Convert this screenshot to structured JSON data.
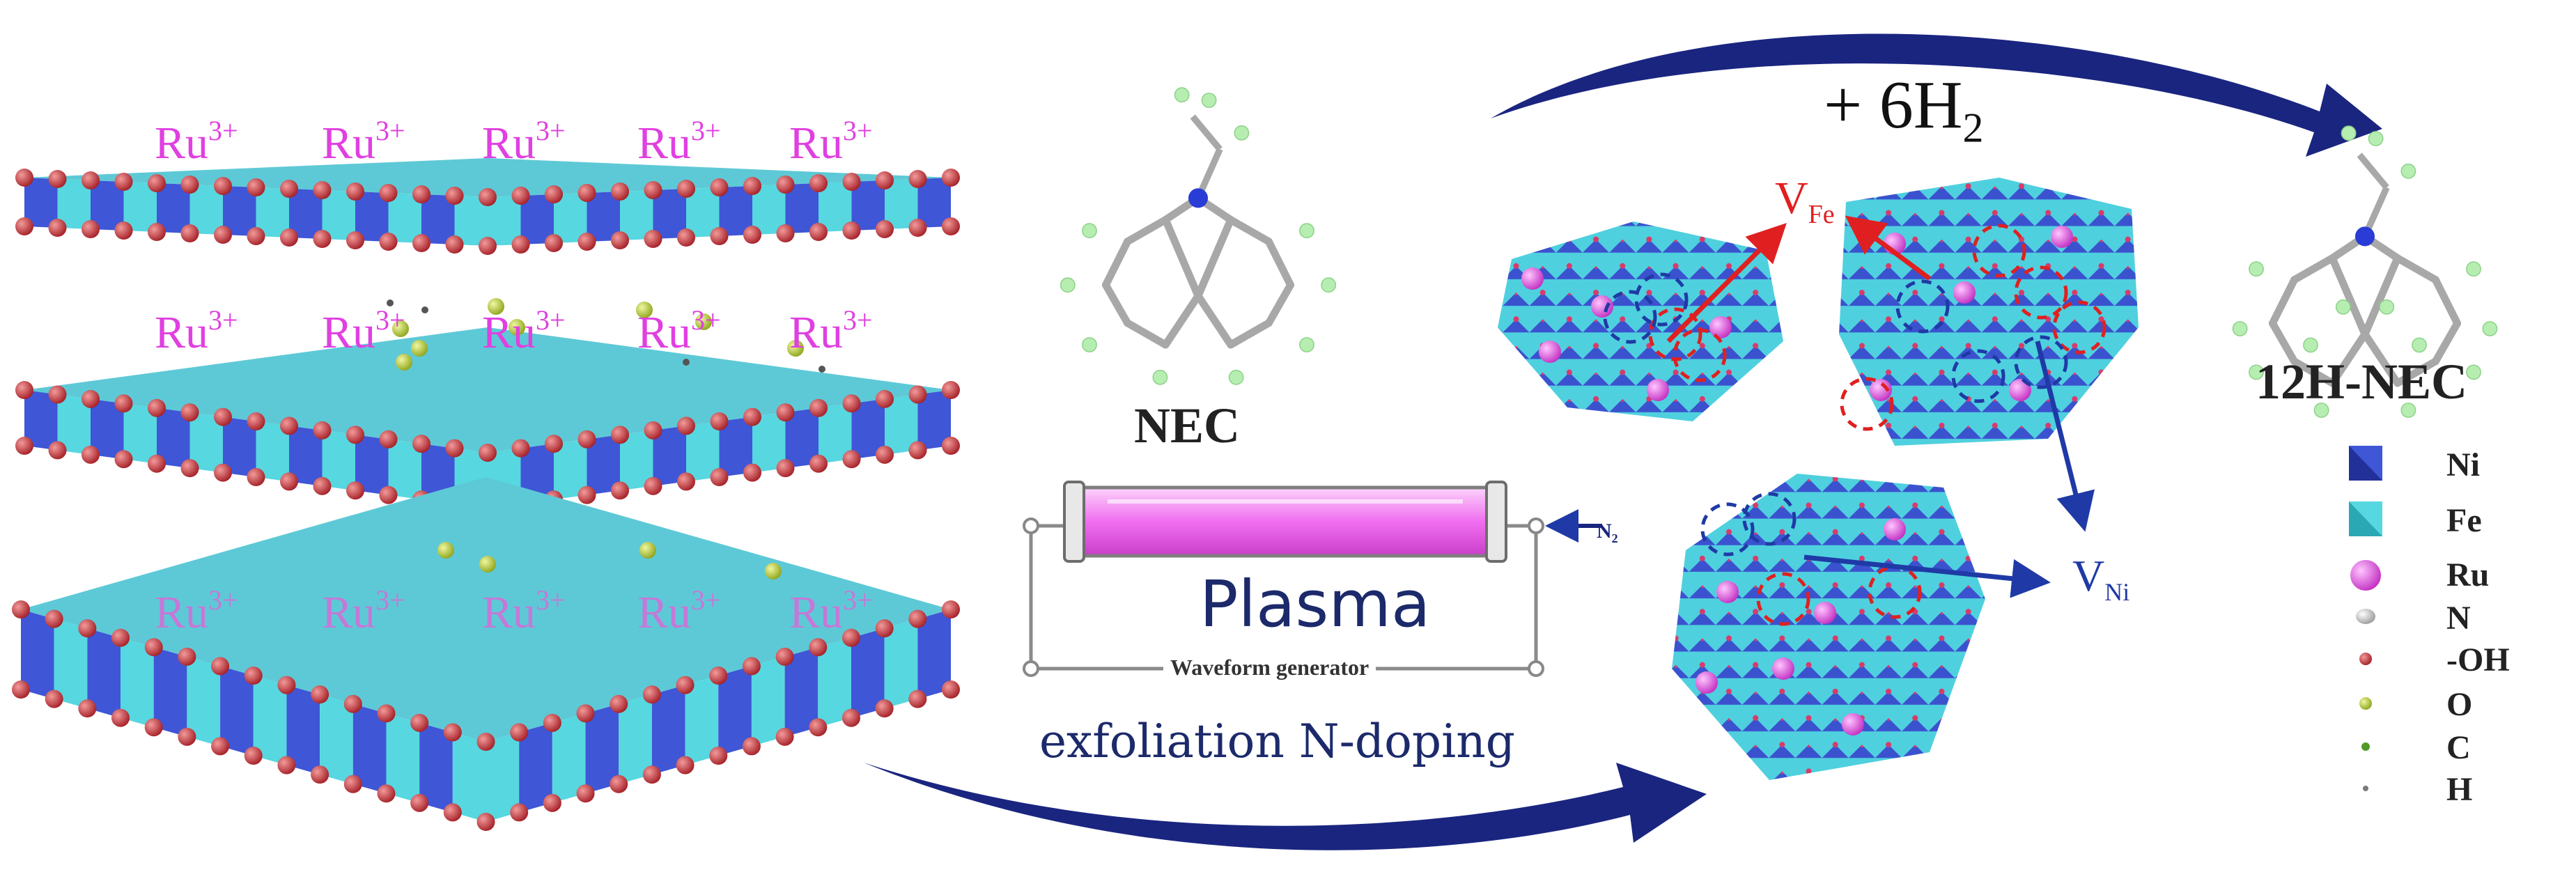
{
  "ru_layer1": [
    {
      "el": "Ru",
      "ch": "3+"
    },
    {
      "el": "Ru",
      "ch": "3+"
    },
    {
      "el": "Ru",
      "ch": "3+"
    },
    {
      "el": "Ru",
      "ch": "3+"
    },
    {
      "el": "Ru",
      "ch": "3+"
    }
  ],
  "ru_layer2": [
    {
      "el": "Ru",
      "ch": "3+"
    },
    {
      "el": "Ru",
      "ch": "3+"
    },
    {
      "el": "Ru",
      "ch": "3+"
    },
    {
      "el": "Ru",
      "ch": "3+"
    },
    {
      "el": "Ru",
      "ch": "3+"
    }
  ],
  "ru_layer3": [
    {
      "el": "Ru",
      "ch": "3+"
    },
    {
      "el": "Ru",
      "ch": "3+"
    },
    {
      "el": "Ru",
      "ch": "3+"
    },
    {
      "el": "Ru",
      "ch": "3+"
    },
    {
      "el": "Ru",
      "ch": "3+"
    }
  ],
  "molecule_left_label": "NEC",
  "molecule_right_label": "12H-NEC",
  "hydrogen_label": "+ 6H",
  "hydrogen_sub": "2",
  "plasma_label": "Plasma",
  "waveform_label": "Waveform generator",
  "gas_inlet": {
    "main": "N",
    "sub": "2"
  },
  "process_label": "exfoliation N-doping",
  "vacancy_fe": {
    "main": "V",
    "sub": "Fe"
  },
  "vacancy_ni": {
    "main": "V",
    "sub": "Ni"
  },
  "legend": [
    {
      "label": "Ni",
      "icon": "ni-octahedron-icon"
    },
    {
      "label": "Fe",
      "icon": "fe-octahedron-icon"
    },
    {
      "label": "Ru",
      "icon": "ru-sphere-icon"
    },
    {
      "label": "N",
      "icon": "n-sphere-icon"
    },
    {
      "label": "-OH",
      "icon": "oh-sphere-icon"
    },
    {
      "label": "O",
      "icon": "o-sphere-icon"
    },
    {
      "label": "C",
      "icon": "c-sphere-icon"
    },
    {
      "label": "H",
      "icon": "h-sphere-icon"
    }
  ],
  "colors": {
    "ni": "#3f56d6",
    "fe": "#57d7e0",
    "ru": "#e04ee0",
    "oxygen": "#c8353a",
    "arrow": "#1a2580",
    "vacancy_fe": "#e02020",
    "vacancy_ni": "#1f3aa6",
    "plasma_tube": "#f36cf3"
  }
}
